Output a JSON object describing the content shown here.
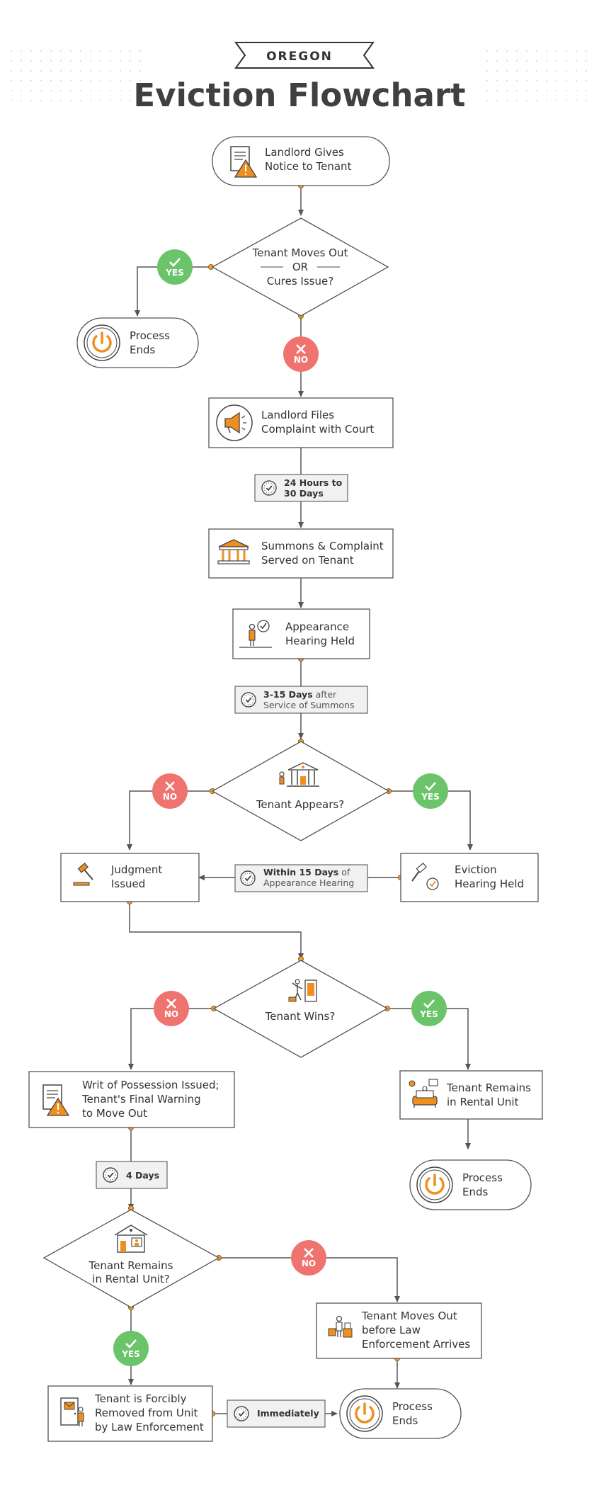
{
  "header": {
    "state": "OREGON",
    "title": "Eviction Flowchart"
  },
  "badges": {
    "yes": "YES",
    "no": "NO"
  },
  "nodes": {
    "landlord_notice": {
      "line1": "Landlord Gives",
      "line2": "Notice to Tenant"
    },
    "tenant_moves_or_cures": {
      "line1": "Tenant Moves Out",
      "line2": "OR",
      "line3": "Cures Issue?"
    },
    "process_ends_1": {
      "line1": "Process",
      "line2": "Ends"
    },
    "landlord_files": {
      "line1": "Landlord Files",
      "line2": "Complaint with Court"
    },
    "summons_served": {
      "line1": "Summons & Complaint",
      "line2": "Served on Tenant"
    },
    "appearance_hearing": {
      "line1": "Appearance",
      "line2": "Hearing Held"
    },
    "tenant_appears": {
      "line1": "Tenant Appears?"
    },
    "judgment_issued": {
      "line1": "Judgment",
      "line2": "Issued"
    },
    "eviction_hearing": {
      "line1": "Eviction",
      "line2": "Hearing Held"
    },
    "tenant_wins": {
      "line1": "Tenant Wins?"
    },
    "writ_possession": {
      "line1": "Writ of Possession Issued;",
      "line2": "Tenant's Final Warning",
      "line3": "to Move Out"
    },
    "tenant_remains_unit": {
      "line1": "Tenant Remains",
      "line2": "in Rental Unit"
    },
    "process_ends_2": {
      "line1": "Process",
      "line2": "Ends"
    },
    "tenant_remains_question": {
      "line1": "Tenant Remains",
      "line2": "in Rental Unit?"
    },
    "tenant_moves_before": {
      "line1": "Tenant Moves Out",
      "line2": "before Law",
      "line3": "Enforcement Arrives"
    },
    "tenant_removed": {
      "line1": "Tenant is Forcibly",
      "line2": "Removed from Unit",
      "line3": "by Law Enforcement"
    },
    "process_ends_3": {
      "line1": "Process",
      "line2": "Ends"
    }
  },
  "timelines": {
    "t1": {
      "line1": "24 Hours to",
      "line2": "30 Days"
    },
    "t2": {
      "line1_bold": "3-15 Days",
      "line1_rest": " after",
      "line2": "Service of Summons"
    },
    "t3": {
      "line1_bold": "Within 15 Days",
      "line1_rest": " of",
      "line2": "Appearance Hearing"
    },
    "t4": {
      "line1": "4 Days"
    },
    "t5": {
      "line1": "Immediately"
    }
  },
  "colors": {
    "yes": "#6cc46a",
    "no": "#ef7470",
    "accent": "#ef8f1f",
    "line": "#555555"
  }
}
